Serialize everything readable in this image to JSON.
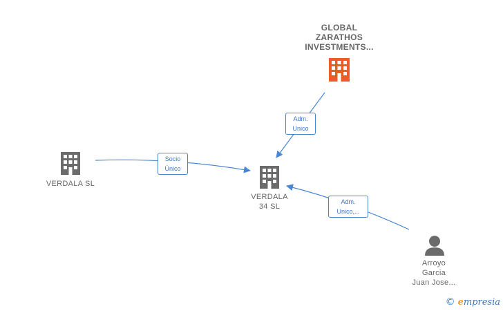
{
  "nodes": {
    "global": {
      "label": [
        "GLOBAL",
        "ZARATHOS",
        "INVESTMENTS..."
      ],
      "type": "company",
      "color": "#f05a28"
    },
    "verdala_sl": {
      "label": [
        "VERDALA  SL"
      ],
      "type": "company",
      "color": "#666666"
    },
    "verdala34": {
      "label": [
        "VERDALA",
        "34 SL"
      ],
      "type": "company",
      "color": "#666666"
    },
    "arroyo": {
      "label": [
        "Arroyo",
        "Garcia",
        "Juan Jose..."
      ],
      "type": "person",
      "color": "#666666"
    }
  },
  "edges": {
    "global_to_v34": {
      "label": [
        "Adm.",
        "Unico"
      ]
    },
    "verdala_to_v34": {
      "label": [
        "Socio",
        "Único"
      ]
    },
    "arroyo_to_v34": {
      "label": [
        "Adm.",
        "Unico,..."
      ]
    }
  },
  "edge_color": "#4a86d4",
  "brand": {
    "copyright": "©",
    "name": "mpresia",
    "initial": "e"
  }
}
